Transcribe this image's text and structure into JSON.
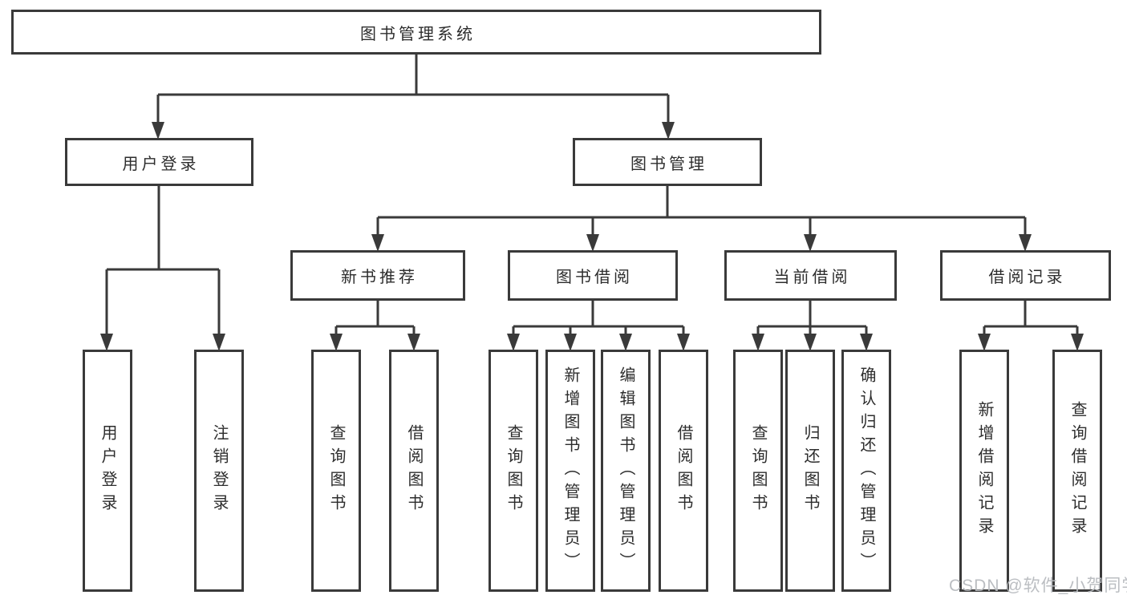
{
  "tree": {
    "root": "图书管理系统",
    "branches": [
      {
        "label": "用户登录",
        "children": [
          {
            "label": "用户登录"
          },
          {
            "label": "注销登录"
          }
        ]
      },
      {
        "label": "图书管理",
        "children": [
          {
            "label": "新书推荐",
            "children": [
              {
                "label": "查询图书"
              },
              {
                "label": "借阅图书"
              }
            ]
          },
          {
            "label": "图书借阅",
            "children": [
              {
                "label": "查询图书"
              },
              {
                "label": "新增图书（管理员）"
              },
              {
                "label": "编辑图书（管理员）"
              },
              {
                "label": "借阅图书"
              }
            ]
          },
          {
            "label": "当前借阅",
            "children": [
              {
                "label": "查询图书"
              },
              {
                "label": "归还图书"
              },
              {
                "label": "确认归还（管理员）"
              }
            ]
          },
          {
            "label": "借阅记录",
            "children": [
              {
                "label": "新增借阅记录"
              },
              {
                "label": "查询借阅记录"
              }
            ]
          }
        ]
      }
    ]
  },
  "watermark": "CSDN @软件_小贺同学",
  "colors": {
    "line": "#3a3a3a",
    "text": "#2d2d2d",
    "watermark": "#b7bbbf",
    "background": "#ffffff"
  }
}
